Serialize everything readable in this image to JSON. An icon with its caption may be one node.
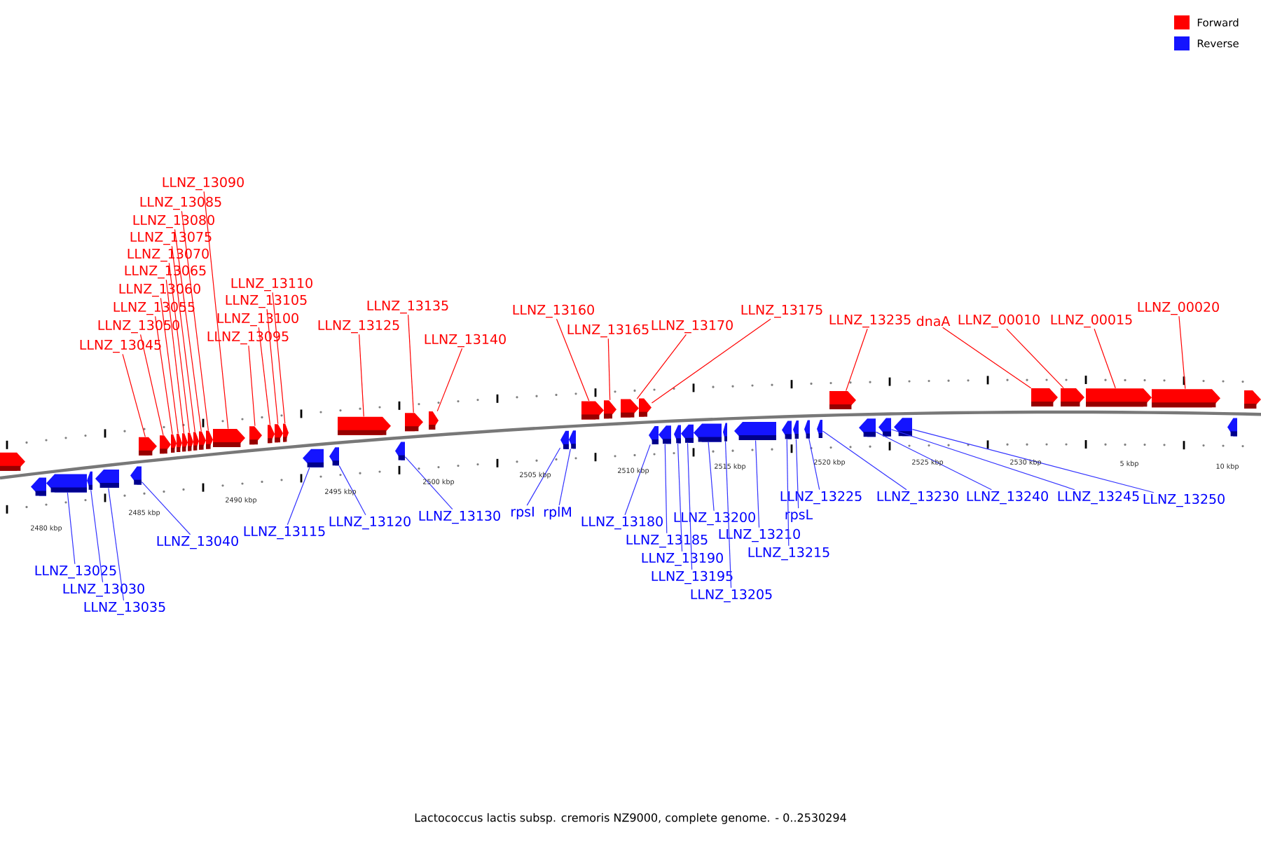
{
  "diagram": {
    "caption": "Lactococcus lactis subsp. cremoris NZ9000, complete genome. - 0..2530294",
    "nodes": [
      {
        "text": [
          "LLNZ_13045"
        ]
      },
      {
        "text": [
          "LLNZ_13050"
        ]
      },
      {
        "text": [
          "LLNZ_13055"
        ]
      },
      {
        "text": [
          "LLNZ_13060"
        ]
      },
      {
        "text": [
          "LLNZ_13065"
        ]
      },
      {
        "text": [
          "LLNZ_13070"
        ]
      },
      {
        "text": [
          "LLNZ_13075"
        ]
      },
      {
        "text": [
          "LLNZ_13080"
        ]
      },
      {
        "text": [
          "LLNZ_13085"
        ]
      },
      {
        "text": [
          "LLNZ_13090"
        ]
      },
      {
        "text": [
          "LLNZ_13095"
        ]
      },
      {
        "text": [
          "LLNZ_13100"
        ]
      },
      {
        "text": [
          "LLNZ_13105"
        ]
      },
      {
        "text": [
          "LLNZ_13110"
        ]
      },
      {
        "text": [
          "LLNZ_13125"
        ]
      },
      {
        "text": [
          "LLNZ_13135"
        ]
      },
      {
        "text": [
          "LLNZ_13140"
        ]
      },
      {
        "text": [
          "LLNZ_13160"
        ]
      },
      {
        "text": [
          "LLNZ_13165"
        ]
      },
      {
        "text": [
          "LLNZ_13170"
        ]
      },
      {
        "text": [
          "LLNZ_13175"
        ]
      },
      {
        "text": [
          "LLNZ_13235"
        ]
      },
      {
        "text": [
          "dnaA"
        ]
      },
      {
        "text": [
          "LLNZ_00010"
        ]
      },
      {
        "text": [
          "LLNZ_00015"
        ]
      },
      {
        "text": [
          "LLNZ_00020"
        ]
      },
      {
        "text": [
          "LLNZ_13025"
        ]
      },
      {
        "text": [
          "LLNZ_13030"
        ]
      },
      {
        "text": [
          "LLNZ_13035"
        ]
      },
      {
        "text": [
          "LLNZ_13040"
        ]
      },
      {
        "text": [
          "LLNZ_13115"
        ]
      },
      {
        "text": [
          "LLNZ_13120"
        ]
      },
      {
        "text": [
          "LLNZ_13130"
        ]
      },
      {
        "text": [
          "rpsI"
        ]
      },
      {
        "text": [
          "rplM"
        ]
      },
      {
        "text": [
          "LLNZ_13180"
        ]
      },
      {
        "text": [
          "LLNZ_13185"
        ]
      },
      {
        "text": [
          "LLNZ_13190"
        ]
      },
      {
        "text": [
          "LLNZ_13195"
        ]
      },
      {
        "text": [
          "LLNZ_13200"
        ]
      },
      {
        "text": [
          "LLNZ_13205"
        ]
      },
      {
        "text": [
          "LLNZ_13210"
        ]
      },
      {
        "text": [
          "LLNZ_13215"
        ]
      },
      {
        "text": [
          "rpsL"
        ]
      },
      {
        "text": [
          "LLNZ_13225"
        ]
      },
      {
        "text": [
          "LLNZ_13230"
        ]
      },
      {
        "text": [
          "LLNZ_13240"
        ]
      },
      {
        "text": [
          "LLNZ_13245"
        ]
      },
      {
        "text": [
          "LLNZ_13250"
        ]
      },
      {
        "text": [],
        "shape": "arrow"
      },
      {
        "text": [],
        "shape": "arrow"
      },
      {
        "text": [],
        "shape": "arrow"
      },
      {
        "text": [],
        "shape": "arrow"
      },
      {
        "text": [],
        "shape": "arrow"
      },
      {
        "text": [],
        "shape": "arrow"
      },
      {
        "text": [],
        "shape": "arrow"
      },
      {
        "text": [],
        "shape": "arrow"
      },
      {
        "text": [],
        "shape": "arrow"
      },
      {
        "text": [],
        "shape": "arrow"
      },
      {
        "text": [],
        "shape": "arrow"
      },
      {
        "text": [],
        "shape": "arrow"
      },
      {
        "text": [],
        "shape": "arrow"
      },
      {
        "text": [],
        "shape": "arrow"
      },
      {
        "text": [],
        "shape": "arrow"
      },
      {
        "text": [],
        "shape": "arrow"
      },
      {
        "text": [],
        "shape": "arrow"
      },
      {
        "text": [],
        "shape": "arrow"
      },
      {
        "text": [],
        "shape": "arrow"
      },
      {
        "text": [],
        "shape": "arrow"
      },
      {
        "text": [],
        "shape": "arrow"
      },
      {
        "text": [],
        "shape": "arrow"
      },
      {
        "text": [],
        "shape": "arrow"
      },
      {
        "text": [],
        "shape": "arrow"
      },
      {
        "text": [],
        "shape": "arrow"
      },
      {
        "text": [],
        "shape": "arrow"
      },
      {
        "text": [],
        "shape": "arrow"
      },
      {
        "text": [],
        "shape": "arrow"
      },
      {
        "text": [],
        "shape": "arrow"
      },
      {
        "text": [],
        "shape": "arrow"
      },
      {
        "text": [],
        "shape": "arrow"
      },
      {
        "text": [],
        "shape": "arrow"
      },
      {
        "text": [],
        "shape": "arrow"
      },
      {
        "text": [],
        "shape": "arrow"
      },
      {
        "text": [],
        "shape": "arrow"
      },
      {
        "text": [],
        "shape": "arrow"
      },
      {
        "text": [],
        "shape": "arrow"
      },
      {
        "text": [],
        "shape": "arrow"
      },
      {
        "text": [],
        "shape": "arrow"
      },
      {
        "text": [],
        "shape": "arrow"
      },
      {
        "text": [],
        "shape": "arrow"
      },
      {
        "text": [],
        "shape": "arrow"
      },
      {
        "text": [],
        "shape": "arrow"
      },
      {
        "text": [],
        "shape": "arrow"
      },
      {
        "text": [],
        "shape": "arrow"
      },
      {
        "text": [],
        "shape": "arrow"
      },
      {
        "text": [],
        "shape": "arrow"
      },
      {
        "text": [],
        "shape": "arrow"
      },
      {
        "text": [],
        "shape": "arrow"
      },
      {
        "text": [],
        "shape": "arrow"
      },
      {
        "text": [],
        "shape": "arrow"
      },
      {
        "text": [],
        "shape": "arrow"
      },
      {
        "text": [],
        "shape": "arrow"
      }
    ],
    "edges": [
      {
        "from": 0,
        "to": 49,
        "arrow": "none",
        "color": "#ff0000"
      },
      {
        "from": 1,
        "to": 50,
        "arrow": "none",
        "color": "#ff0000"
      },
      {
        "from": 2,
        "to": 51,
        "arrow": "none",
        "color": "#ff0000"
      },
      {
        "from": 3,
        "to": 52,
        "arrow": "none",
        "color": "#ff0000"
      },
      {
        "from": 4,
        "to": 53,
        "arrow": "none",
        "color": "#ff0000"
      },
      {
        "from": 5,
        "to": 54,
        "arrow": "none",
        "color": "#ff0000"
      },
      {
        "from": 6,
        "to": 55,
        "arrow": "none",
        "color": "#ff0000"
      },
      {
        "from": 7,
        "to": 56,
        "arrow": "none",
        "color": "#ff0000"
      },
      {
        "from": 8,
        "to": 57,
        "arrow": "none",
        "color": "#ff0000"
      },
      {
        "from": 9,
        "to": 58,
        "arrow": "none",
        "color": "#ff0000"
      },
      {
        "from": 10,
        "to": 59,
        "arrow": "none",
        "color": "#ff0000"
      },
      {
        "from": 11,
        "to": 60,
        "arrow": "none",
        "color": "#ff0000"
      },
      {
        "from": 12,
        "to": 61,
        "arrow": "none",
        "color": "#ff0000"
      },
      {
        "from": 13,
        "to": 62,
        "arrow": "none",
        "color": "#ff0000"
      },
      {
        "from": 14,
        "to": 63,
        "arrow": "none",
        "color": "#ff0000"
      },
      {
        "from": 15,
        "to": 64,
        "arrow": "none",
        "color": "#ff0000"
      },
      {
        "from": 16,
        "to": 65,
        "arrow": "none",
        "color": "#ff0000"
      },
      {
        "from": 17,
        "to": 66,
        "arrow": "none",
        "color": "#ff0000"
      },
      {
        "from": 18,
        "to": 67,
        "arrow": "none",
        "color": "#ff0000"
      },
      {
        "from": 19,
        "to": 68,
        "arrow": "none",
        "color": "#ff0000"
      },
      {
        "from": 20,
        "to": 69,
        "arrow": "none",
        "color": "#ff0000"
      },
      {
        "from": 21,
        "to": 70,
        "arrow": "none",
        "color": "#ff0000"
      },
      {
        "from": 22,
        "to": 71,
        "arrow": "none",
        "color": "#ff0000"
      },
      {
        "from": 23,
        "to": 72,
        "arrow": "none",
        "color": "#ff0000"
      },
      {
        "from": 24,
        "to": 73,
        "arrow": "none",
        "color": "#ff0000"
      },
      {
        "from": 25,
        "to": 74,
        "arrow": "none",
        "color": "#ff0000"
      },
      {
        "from": 26,
        "to": 75,
        "arrow": "none",
        "color": "#3333ff"
      },
      {
        "from": 27,
        "to": 76,
        "arrow": "none",
        "color": "#3333ff"
      },
      {
        "from": 28,
        "to": 77,
        "arrow": "none",
        "color": "#3333ff"
      },
      {
        "from": 29,
        "to": 78,
        "arrow": "none",
        "color": "#3333ff"
      },
      {
        "from": 30,
        "to": 79,
        "arrow": "none",
        "color": "#3333ff"
      },
      {
        "from": 31,
        "to": 80,
        "arrow": "none",
        "color": "#3333ff"
      },
      {
        "from": 32,
        "to": 81,
        "arrow": "none",
        "color": "#3333ff"
      },
      {
        "from": 33,
        "to": 82,
        "arrow": "none",
        "color": "#3333ff"
      },
      {
        "from": 34,
        "to": 83,
        "arrow": "none",
        "color": "#3333ff"
      },
      {
        "from": 35,
        "to": 84,
        "arrow": "none",
        "color": "#3333ff"
      },
      {
        "from": 36,
        "to": 85,
        "arrow": "none",
        "color": "#3333ff"
      },
      {
        "from": 37,
        "to": 86,
        "arrow": "none",
        "color": "#3333ff"
      },
      {
        "from": 38,
        "to": 87,
        "arrow": "none",
        "color": "#3333ff"
      },
      {
        "from": 39,
        "to": 88,
        "arrow": "none",
        "color": "#3333ff"
      },
      {
        "from": 40,
        "to": 89,
        "arrow": "none",
        "color": "#3333ff"
      },
      {
        "from": 41,
        "to": 90,
        "arrow": "none",
        "color": "#3333ff"
      },
      {
        "from": 42,
        "to": 91,
        "arrow": "none",
        "color": "#3333ff"
      },
      {
        "from": 43,
        "to": 92,
        "arrow": "none",
        "color": "#3333ff"
      },
      {
        "from": 44,
        "to": 93,
        "arrow": "none",
        "color": "#3333ff"
      },
      {
        "from": 45,
        "to": 94,
        "arrow": "none",
        "color": "#3333ff"
      },
      {
        "from": 46,
        "to": 95,
        "arrow": "none",
        "color": "#3333ff"
      },
      {
        "from": 47,
        "to": 96,
        "arrow": "none",
        "color": "#3333ff"
      },
      {
        "from": 48,
        "to": 97,
        "arrow": "none",
        "color": "#3333ff"
      }
    ],
    "labels": [
      "2480 kbp",
      "2485 kbp",
      "2490 kbp",
      "2495 kbp",
      "2500 kbp",
      "2505 kbp",
      "2510 kbp",
      "2515 kbp",
      "2520 kbp",
      "2525 kbp",
      "2530 kbp",
      "5 kbp",
      "10 kbp"
    ],
    "legend": [
      {
        "text": "Forward",
        "color": "#ff0000"
      },
      {
        "text": "Reverse",
        "color": "#1414ff"
      }
    ]
  }
}
